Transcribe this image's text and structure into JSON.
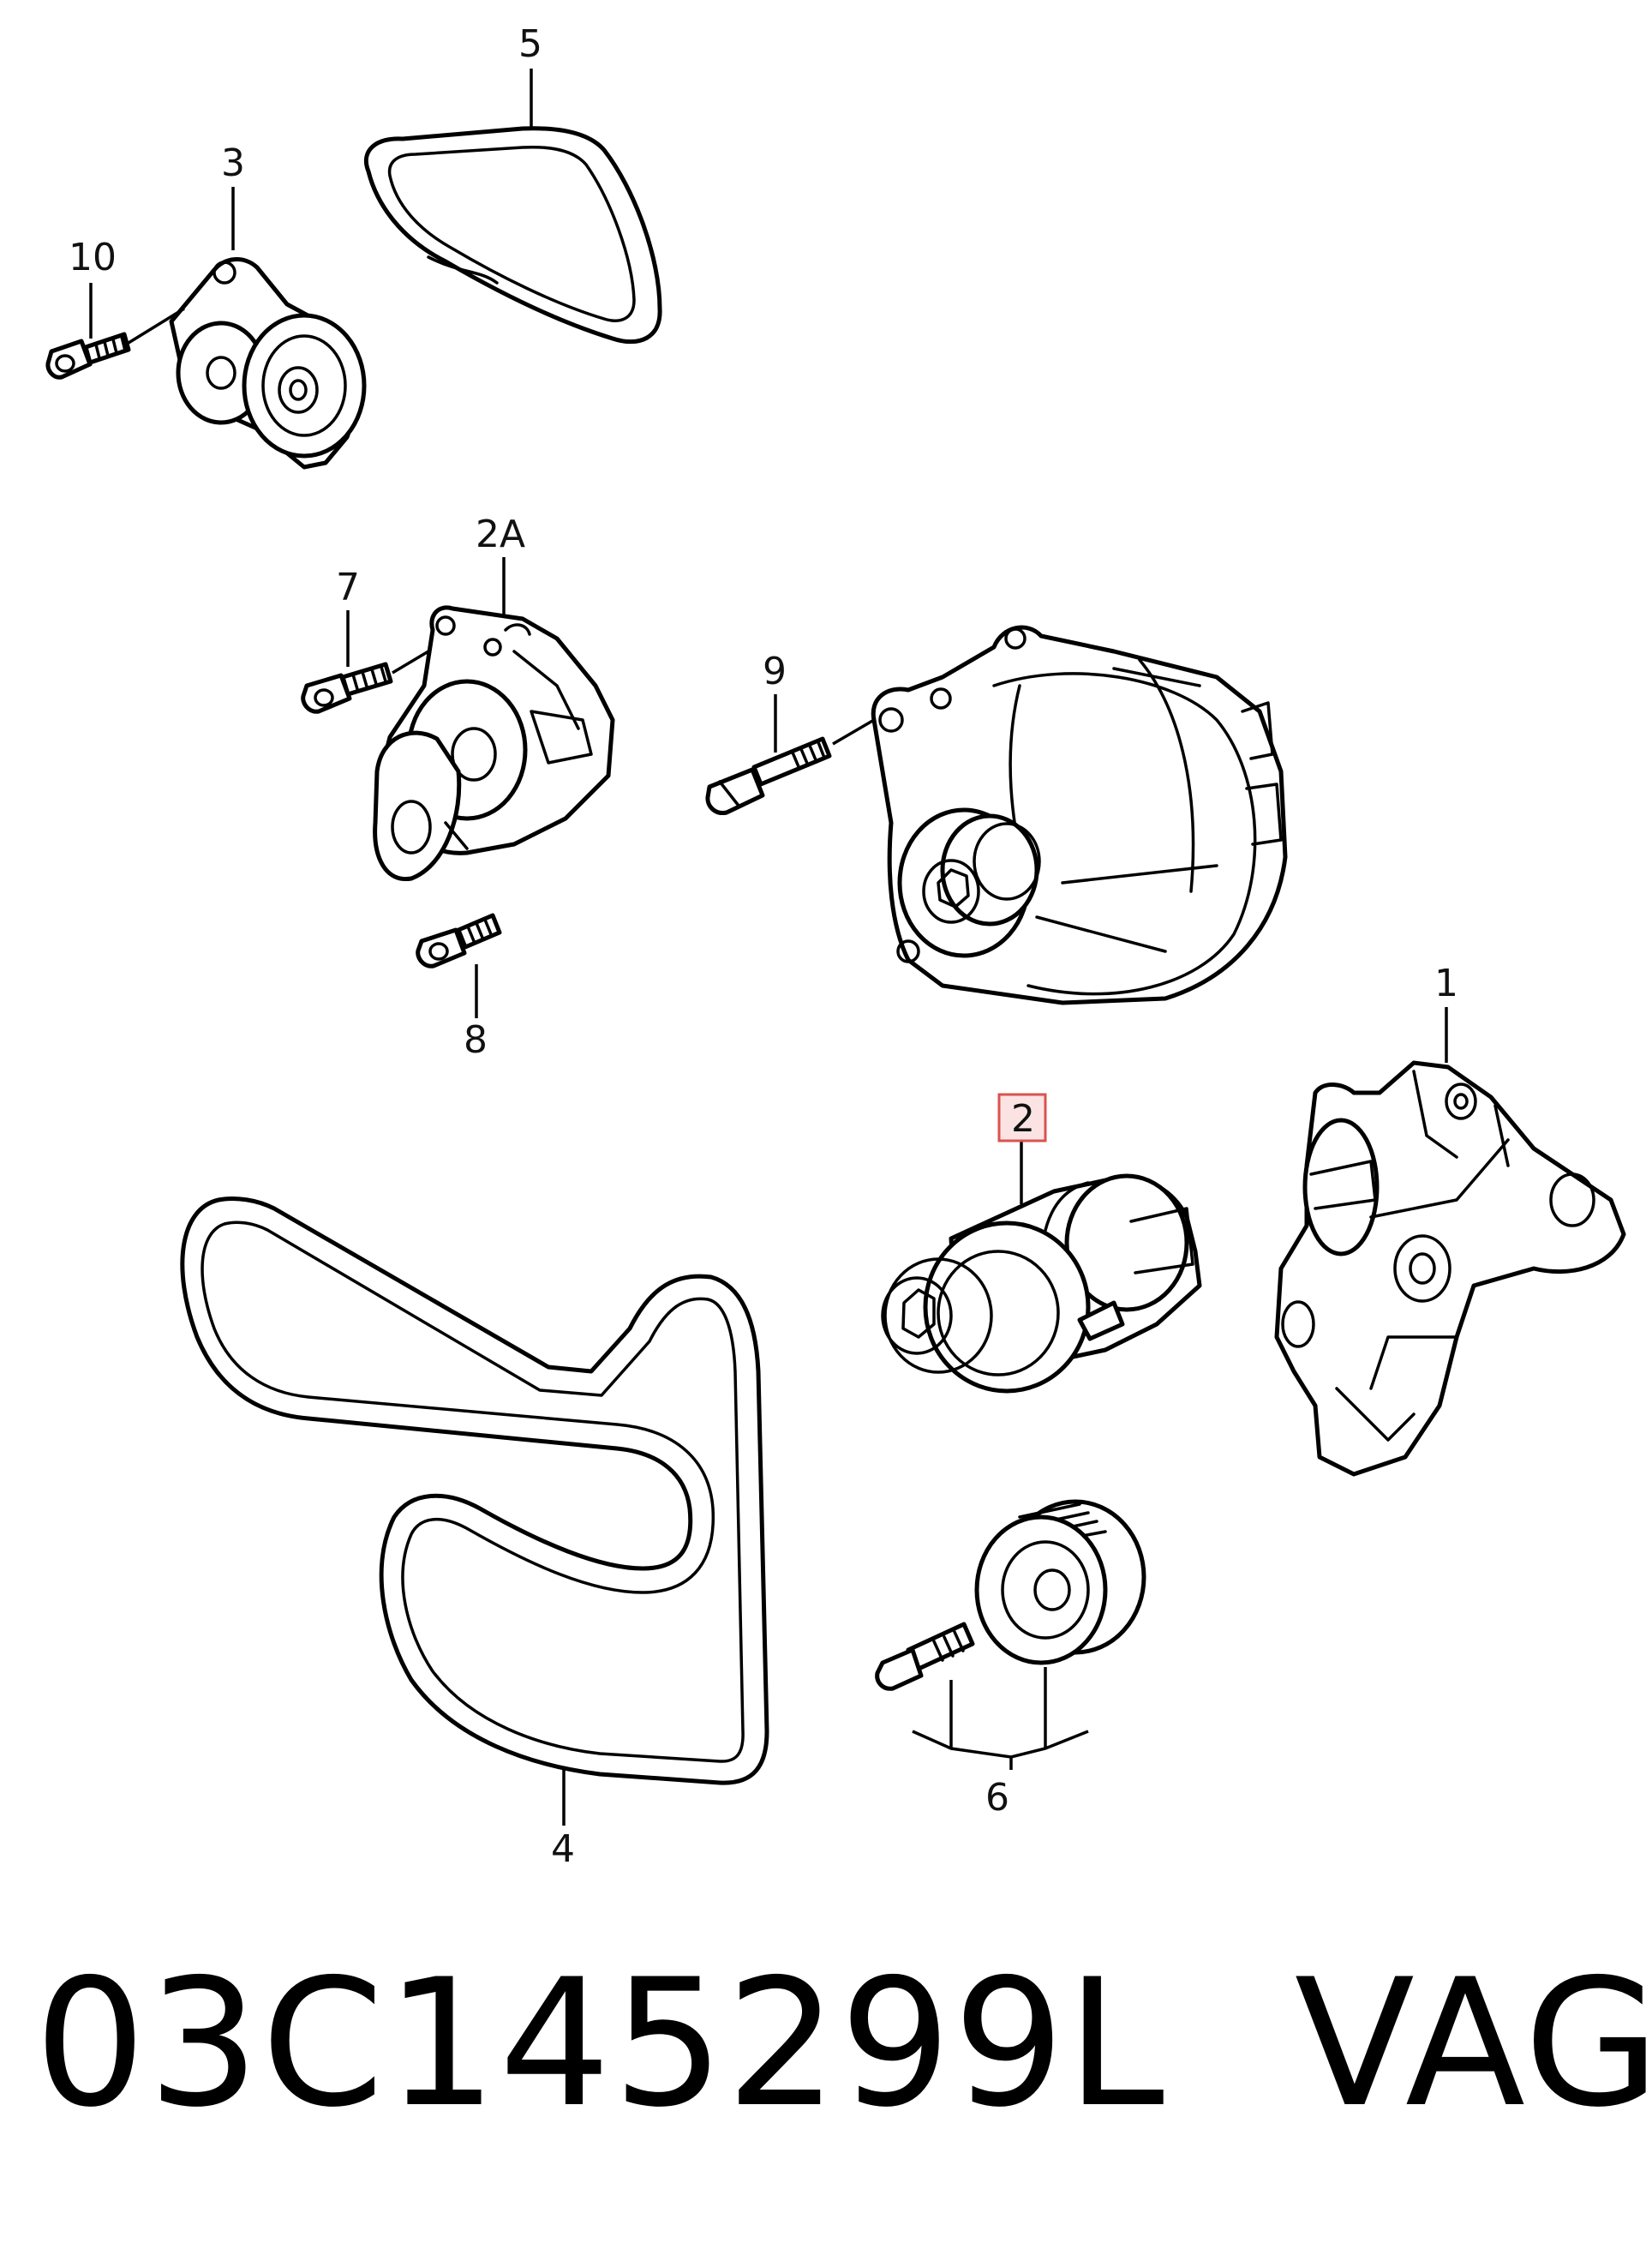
{
  "callouts": {
    "c1": "1",
    "c2": "2",
    "c2a": "2A",
    "c3": "3",
    "c4": "4",
    "c5": "5",
    "c6": "6",
    "c7": "7",
    "c8": "8",
    "c9": "9",
    "c10": "10"
  },
  "caption": {
    "part_number": "03C145299L",
    "manufacturer": "VAG"
  },
  "colors": {
    "highlight_border": "#d9534f",
    "highlight_fill": "#fbe3e3"
  }
}
